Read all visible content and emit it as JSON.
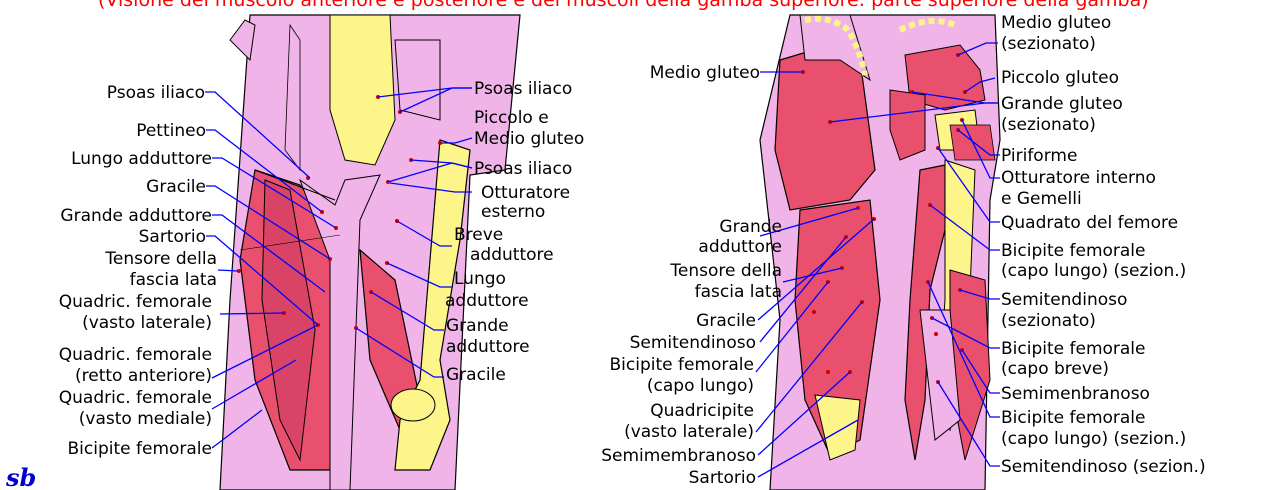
{
  "top_caption": "(Visione del muscolo anteriore e posteriore e dei muscoli della gamba superiore: parte superiore della gamba)",
  "signature": "sb",
  "colors": {
    "muscle_pink": "#f0b4e8",
    "muscle_red": "#e8506e",
    "bone": "#fdf58a",
    "line": "#0000ff",
    "caption": "#ff0000"
  },
  "anterior": {
    "left_labels": [
      [
        "Psoas iliaco"
      ],
      [
        "Pettineo"
      ],
      [
        "Lungo adduttore"
      ],
      [
        "Gracile"
      ],
      [
        "Grande adduttore"
      ],
      [
        "Sartorio"
      ],
      [
        "Tensore della",
        "fascia lata"
      ],
      [
        "Quadric. femorale",
        "(vasto laterale)"
      ],
      [
        "Quadric. femorale",
        "(retto anteriore)"
      ],
      [
        "Quadric. femorale",
        "(vasto mediale)"
      ],
      [
        "Bicipite femorale"
      ]
    ],
    "right_labels": [
      [
        "Psoas iliaco"
      ],
      [
        "Piccolo e",
        "Medio gluteo"
      ],
      [
        "Psoas iliaco"
      ],
      [
        "Otturatore",
        "esterno"
      ],
      [
        "Breve",
        "adduttore"
      ],
      [
        "Lungo",
        "adduttore"
      ],
      [
        "Grande",
        "adduttore"
      ],
      [
        "Gracile"
      ]
    ]
  },
  "posterior": {
    "left_labels": [
      [
        "Medio gluteo"
      ],
      [
        "Grande",
        "adduttore"
      ],
      [
        "Tensore della",
        "fascia lata"
      ],
      [
        "Gracile"
      ],
      [
        "Semitendinoso"
      ],
      [
        "Bicipite femorale",
        "(capo lungo)"
      ],
      [
        "Quadricipite",
        "(vasto laterale)"
      ],
      [
        "Semimembranoso"
      ],
      [
        "Sartorio"
      ]
    ],
    "right_labels": [
      [
        "Medio gluteo",
        "(sezionato)"
      ],
      [
        "Piccolo gluteo"
      ],
      [
        "Grande gluteo",
        "(sezionato)"
      ],
      [
        "Piriforme"
      ],
      [
        "Otturatore interno",
        "e Gemelli"
      ],
      [
        "Quadrato del femore"
      ],
      [
        "Bicipite femorale",
        "(capo lungo) (sezion.)"
      ],
      [
        "Semitendinoso",
        "(sezionato)"
      ],
      [
        "Bicipite femorale",
        "(capo breve)"
      ],
      [
        "Semimenbranoso"
      ],
      [
        "Bicipite femorale",
        "(capo lungo) (sezion.)"
      ],
      [
        "Semitendinoso (sezion.)"
      ]
    ]
  }
}
